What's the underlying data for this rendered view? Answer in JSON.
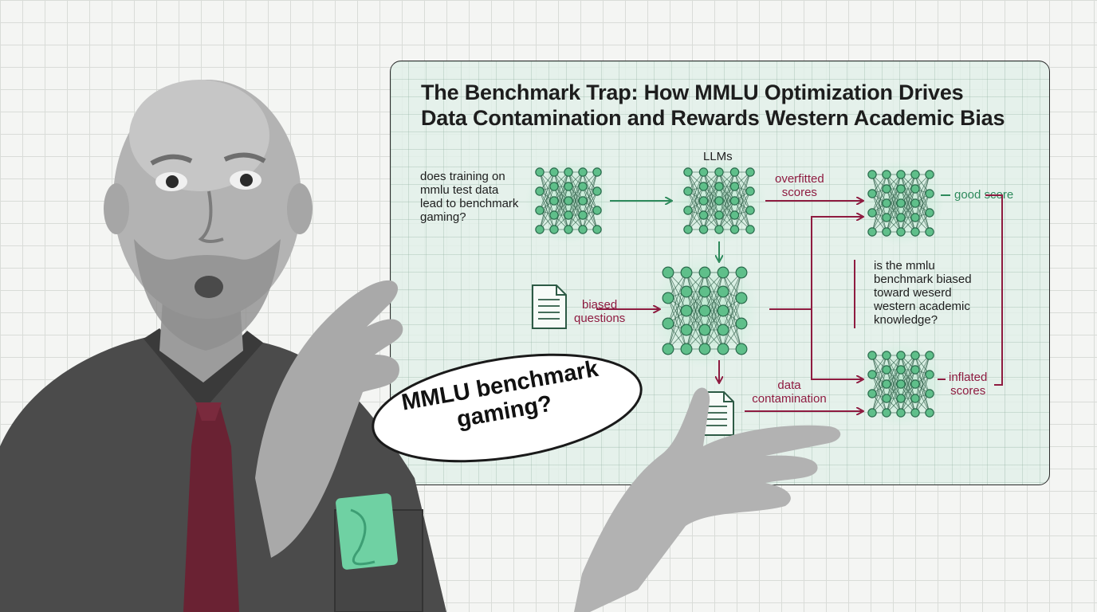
{
  "diagram": {
    "title_line1": "The Benchmark Trap: How MMLU Optimization Drives",
    "title_line2": "Data Contamination and Rewards Western Academic Bias",
    "question_training": [
      "does training on",
      "mmlu test data",
      "lead to benchmark",
      "gaming?"
    ],
    "llms_label": "LLMs",
    "overfitted_label": [
      "overfitted",
      "scores"
    ],
    "good_score_label": "good score",
    "biased_questions_label": [
      "biased",
      "questions"
    ],
    "question_bias": [
      "is the mmlu",
      "benchmark biased",
      "toward weserd",
      "western academic",
      "knowledge?"
    ],
    "data_contamination_label": [
      "data",
      "contamination"
    ],
    "inflated_scores_label": [
      "inflated",
      "scores"
    ]
  },
  "speech_bubble": {
    "text": "MMLU benchmark gaming?"
  },
  "colors": {
    "green": "#2e8a5c",
    "red": "#8e1b40",
    "node": "#5fbf8a"
  }
}
